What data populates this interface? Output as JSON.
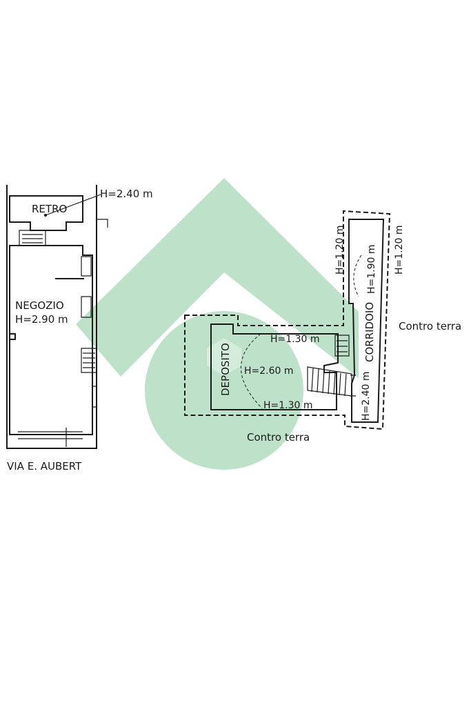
{
  "watermark": {
    "color": "#b9e0c6"
  },
  "left_plan": {
    "retro_label": "RETRO",
    "retro_height": "H=2.40 m",
    "negozio_label": "NEGOZIO",
    "negozio_height": "H=2.90 m",
    "street_label": "VIA E. AUBERT"
  },
  "right_plan": {
    "corridor_width_left": "H=1.20 m",
    "corridor_width_right": "H=1.20 m",
    "corridor_height_top": "H=1.90 m",
    "corridoio_label": "CORRIDOIO",
    "corridor_height_bottom": "H=2.40 m",
    "contro_terra_right": "Contro terra",
    "deposito_label": "DEPOSITO",
    "deposito_top": "H=1.30 m",
    "deposito_middle": "H=2.60 m",
    "deposito_bottom": "H=1.30 m",
    "contro_terra_bottom": "Contro terra"
  }
}
